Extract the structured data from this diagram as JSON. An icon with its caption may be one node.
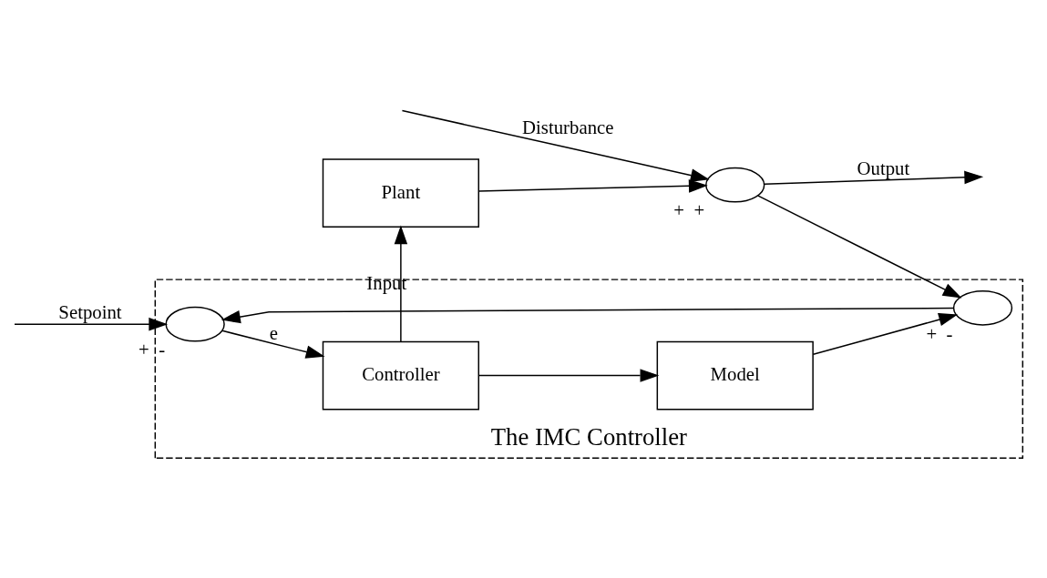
{
  "diagram": {
    "nodes": [
      {
        "text": [
          "The IMC Controller"
        ]
      },
      {
        "text": [],
        "shape": "ellipse",
        "in": 0,
        "beside": [
          "+",
          "-"
        ]
      },
      {
        "text": [
          "Controller"
        ],
        "in": 0
      },
      {
        "text": [
          "Plant"
        ]
      },
      {
        "text": [],
        "shape": "ellipse",
        "beside": [
          "+",
          "+"
        ]
      },
      {
        "text": [
          "Model"
        ],
        "in": 0
      },
      {
        "text": [],
        "shape": "ellipse",
        "in": 0,
        "beside": [
          "+",
          "-"
        ]
      }
    ],
    "edges": [
      {
        "from": null,
        "to": 1,
        "arrow": "to",
        "label": "Setpoint"
      },
      {
        "from": 1,
        "to": 2,
        "arrow": "to",
        "label": "e"
      },
      {
        "from": 2,
        "to": 3,
        "arrow": "to",
        "label": "Input"
      },
      {
        "from": 3,
        "to": 4,
        "arrow": "to"
      },
      {
        "from": null,
        "to": 4,
        "arrow": "to",
        "label": "Disturbance"
      },
      {
        "from": 4,
        "to": null,
        "arrow": "to",
        "label": "Output"
      },
      {
        "from": 2,
        "to": 5,
        "arrow": "to"
      },
      {
        "from": 4,
        "to": 6,
        "arrow": "to"
      },
      {
        "from": 5,
        "to": 6,
        "arrow": "to"
      },
      {
        "from": 6,
        "to": 1,
        "arrow": "to"
      }
    ]
  }
}
